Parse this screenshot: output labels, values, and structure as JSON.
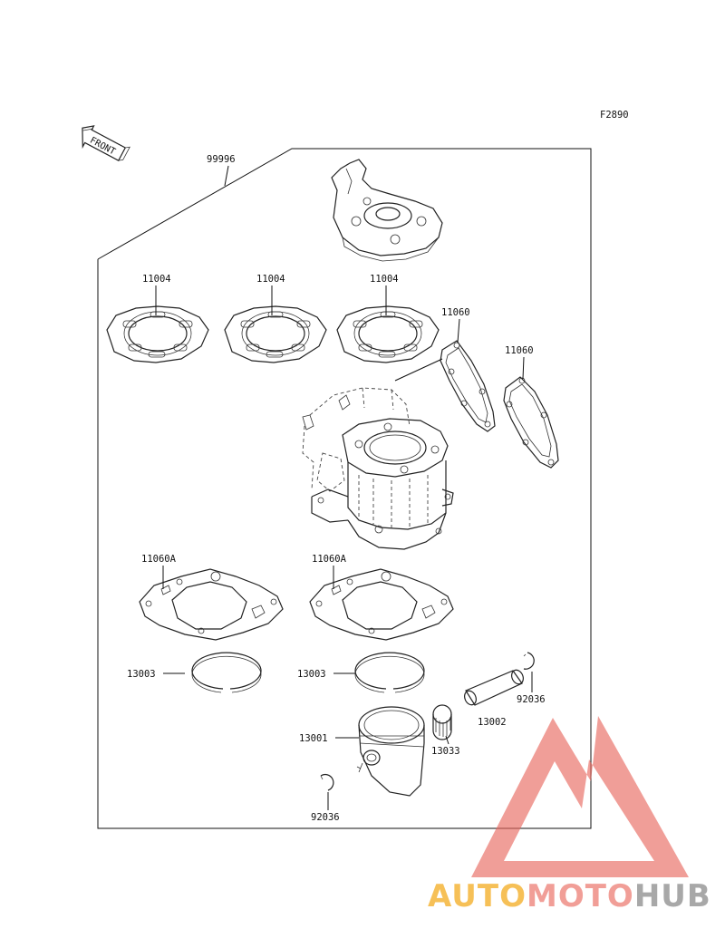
{
  "figure_code": "F2890",
  "front_label": "FRONT",
  "kit_label": "99996",
  "parts": {
    "head_gasket_1": "11004",
    "head_gasket_2": "11004",
    "head_gasket_3": "11004",
    "exhaust_gasket_1": "11060",
    "exhaust_gasket_2": "11060",
    "base_gasket_1": "11060A",
    "base_gasket_2": "11060A",
    "ring_1": "13003",
    "ring_2": "13003",
    "piston": "13001",
    "needle_bearing": "13033",
    "piston_pin": "13002",
    "circlip_1": "92036",
    "circlip_2": "92036"
  },
  "watermark": {
    "part_a": "AUTO",
    "part_b": "MOTO",
    "part_c": "HUB",
    "color_a": "#f5b63a",
    "color_b": "#ef8e86",
    "color_c": "#9a9a9a",
    "triangle_color": "#e8675e"
  }
}
